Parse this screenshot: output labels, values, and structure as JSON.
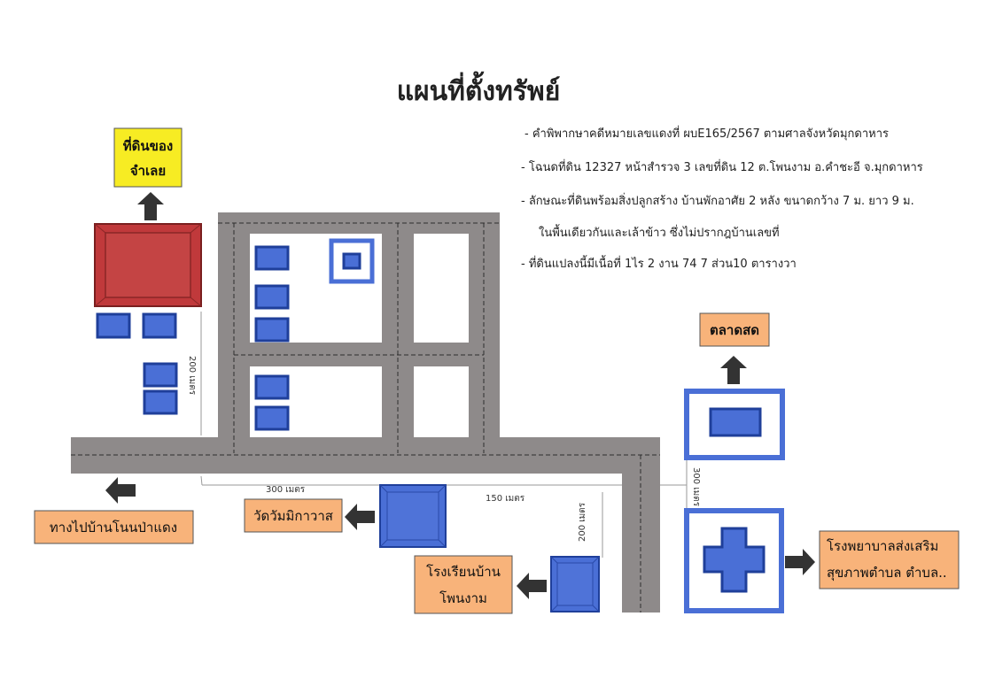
{
  "title": "แผนที่ตั้งทรัพย์",
  "notes": [
    "- คำพิพากษาคดีหมายเลขแดงที่ ผบE165/2567 ตามศาลจังหวัดมุกดาหาร",
    "- โฉนดที่ดิน 12327 หน้าสำรวจ 3 เลขที่ดิน 12 ต.โพนงาม อ.คำชะอี จ.มุกดาหาร",
    "- ลักษณะที่ดินพร้อมสิ่งปลูกสร้าง บ้านพักอาศัย 2 หลัง ขนาดกว้าง 7 ม. ยาว 9 ม.",
    "ในพื้นเดียวกันและเล้าข้าว ซึ่งไม่ปรากฎบ้านเลขที่",
    "- ที่ดินแปลงนี้มีเนื้อที่ 1ไร 2 งาน 74 7 ส่วน10 ตารางวา"
  ],
  "labels": {
    "debtor_land": [
      "ที่ดินของ",
      "จำเลย"
    ],
    "market": "ตลาดสด",
    "to_village": "ทางไปบ้านโนนป่าแดง",
    "temple": "วัดวัมมิกาวาส",
    "school": [
      "โรงเรียนบ้าน",
      "โพนงาม"
    ],
    "hospital": [
      "โรงพยาบาลส่งเสริม",
      "สุขภาพตำบล ตำบล.."
    ]
  },
  "distances": {
    "d200_left": "200 เมตร",
    "d300_bottom": "300 เมตร",
    "d150": "150 เมตร",
    "d200_school": "200 เมตร",
    "d300_right": "300 เมตร"
  },
  "colors": {
    "road": "#8e8a8a",
    "building_blue": "#4a6fd6",
    "subject_red": "#c0393b",
    "label_yellow": "#f7ec23",
    "label_orange": "#f8b37a",
    "arrow": "#333333"
  }
}
